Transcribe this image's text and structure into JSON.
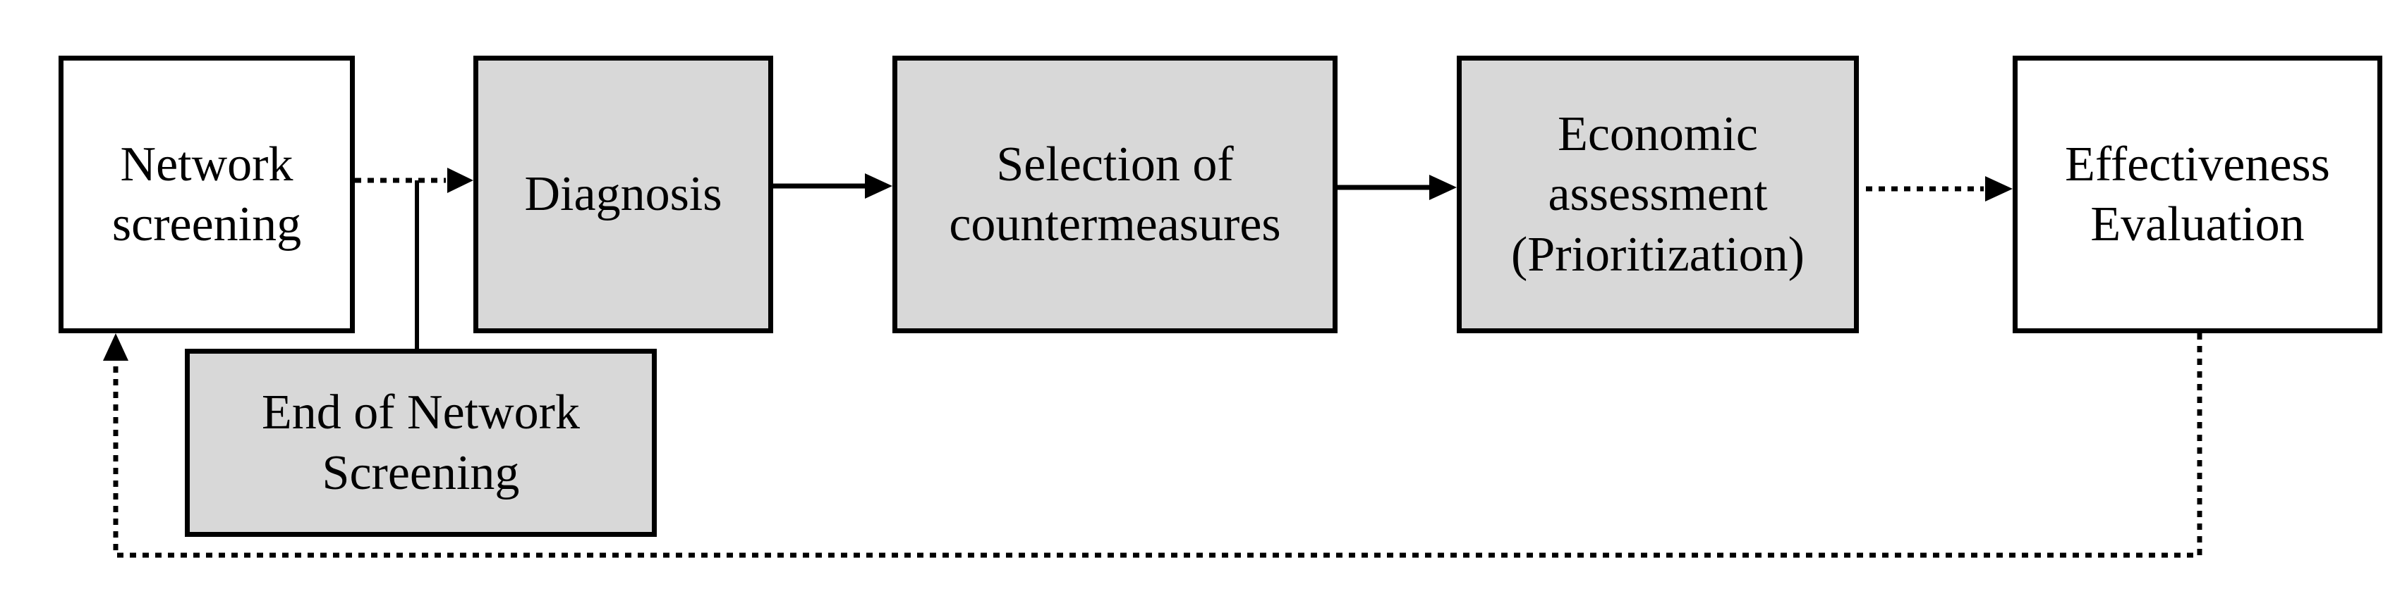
{
  "boxes": {
    "network_screening": "Network\nscreening",
    "diagnosis": "Diagnosis",
    "selection": "Selection of\ncountermeasures",
    "economic": "Economic\nassessment\n(Prioritization)",
    "effectiveness": "Effectiveness\nEvaluation",
    "end_screening": "End of Network\nScreening"
  },
  "colors": {
    "gray_fill": "#d8d8d8",
    "white_fill": "#ffffff",
    "stroke": "#000000"
  }
}
